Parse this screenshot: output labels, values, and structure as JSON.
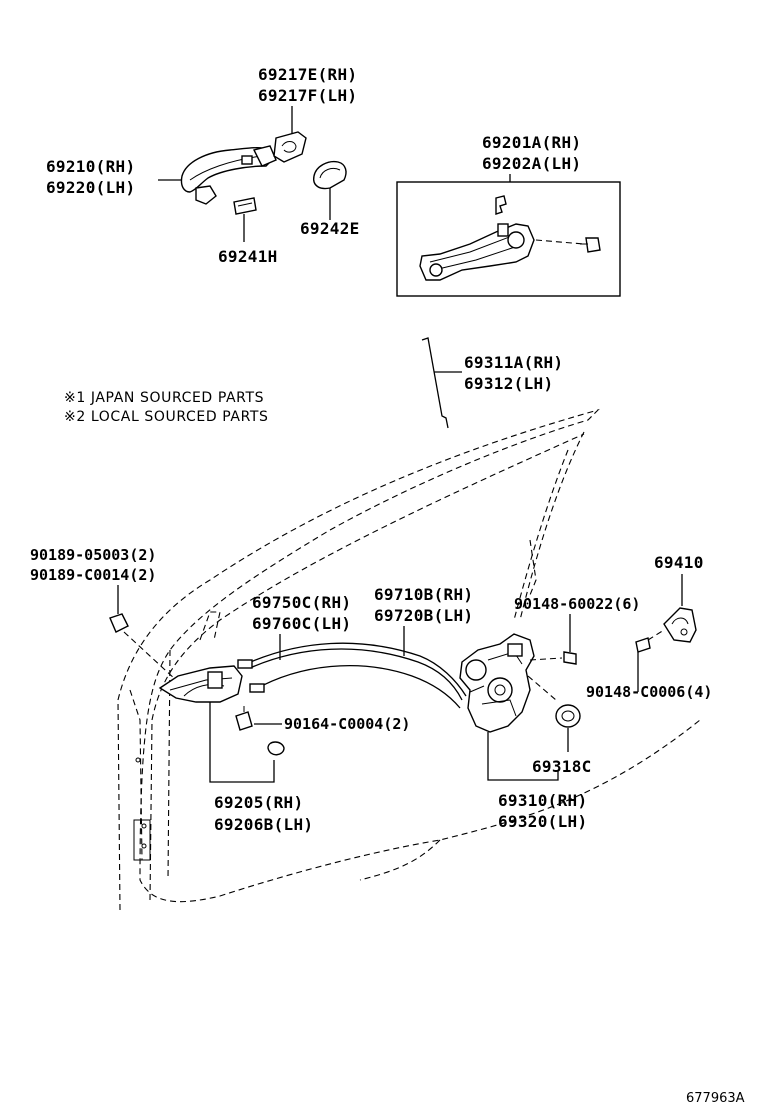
{
  "labels": {
    "handle_cover_rh": "69217E(RH)",
    "handle_cover_lh": "69217F(LH)",
    "outer_handle_rh": "69210(RH)",
    "outer_handle_lh": "69220(LH)",
    "handle_pad_h": "69241H",
    "handle_pad_e": "69242E",
    "frame_rh": "69201A(RH)",
    "frame_lh": "69202A(LH)",
    "rod_rh": "69311A(RH)",
    "rod_lh": "69312(LH)",
    "screw_japan": "90189-05003(2)",
    "screw_local": "90189-C0014(2)",
    "striker": "69410",
    "screw_60022": "90148-60022(6)",
    "screw_c0006": "90148-C0006(4)",
    "cable_750_rh": "69750C(RH)",
    "cable_760_lh": "69760C(LH)",
    "cable_710_rh": "69710B(RH)",
    "cable_720_lh": "69720B(LH)",
    "screw_c0004": "90164-C0004(2)",
    "inner_handle_rh": "69205(RH)",
    "inner_handle_lh": "69206B(LH)",
    "cover_318": "69318C",
    "lock_rh": "69310(RH)",
    "lock_lh": "69320(LH)"
  },
  "notes": {
    "mark1": "※1",
    "mark2": "※2",
    "japan": "※1 JAPAN SOURCED PARTS",
    "local": "※2 LOCAL SOURCED PARTS"
  },
  "figure_id": "677963A"
}
